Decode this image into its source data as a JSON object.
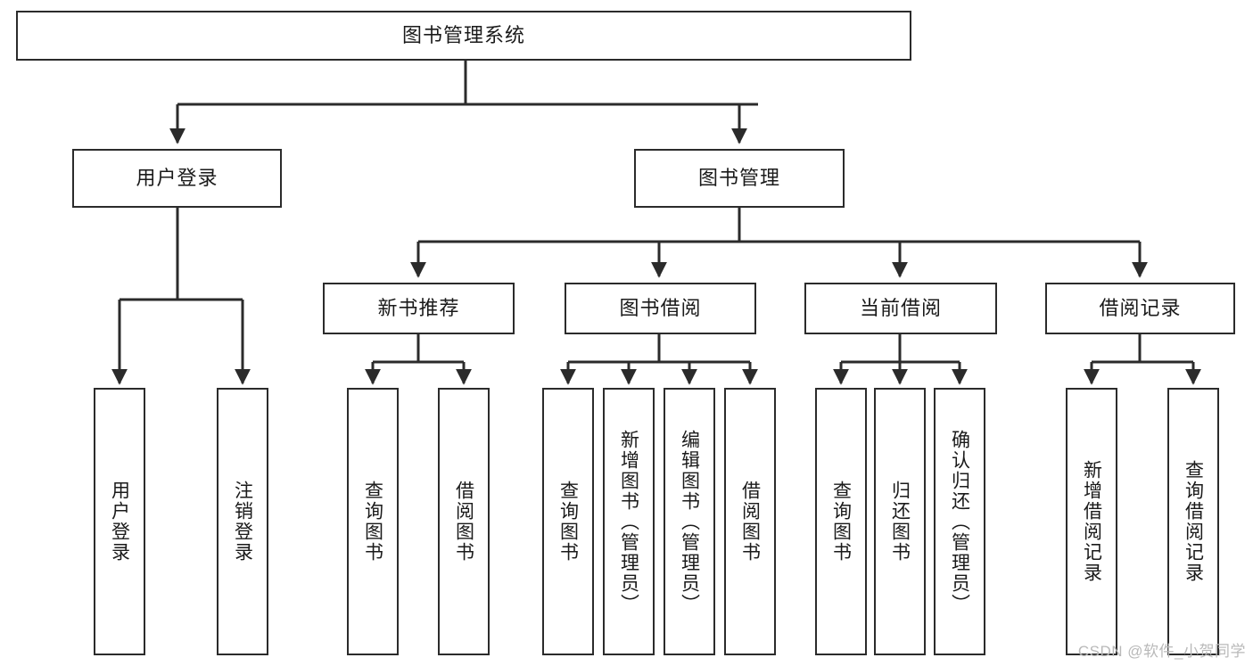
{
  "diagram": {
    "type": "tree",
    "title": "图书管理系统",
    "watermark": "CSDN @软件_小贺同学",
    "colors": {
      "stroke": "#2b2b2b",
      "fill": "#ffffff",
      "text": "#1a1a1a",
      "watermark": "#b9b9b9"
    },
    "nodes": {
      "root": {
        "label": "图书管理系统"
      },
      "level2": [
        {
          "label": "用户登录"
        },
        {
          "label": "图书管理"
        }
      ],
      "level3": [
        {
          "label": "新书推荐"
        },
        {
          "label": "图书借阅"
        },
        {
          "label": "当前借阅"
        },
        {
          "label": "借阅记录"
        }
      ],
      "leaves": {
        "user_login": [
          {
            "label": "用户登录"
          },
          {
            "label": "注销登录"
          }
        ],
        "new_books": [
          {
            "label": "查询图书"
          },
          {
            "label": "借阅图书"
          }
        ],
        "book_borrow": [
          {
            "label": "查询图书"
          },
          {
            "label": "新增图书（管理员）"
          },
          {
            "label": "编辑图书（管理员）"
          },
          {
            "label": "借阅图书"
          }
        ],
        "current_borrow": [
          {
            "label": "查询图书"
          },
          {
            "label": "归还图书"
          },
          {
            "label": "确认归还（管理员）"
          }
        ],
        "borrow_records": [
          {
            "label": "新增借阅记录"
          },
          {
            "label": "查询借阅记录"
          }
        ]
      }
    }
  }
}
